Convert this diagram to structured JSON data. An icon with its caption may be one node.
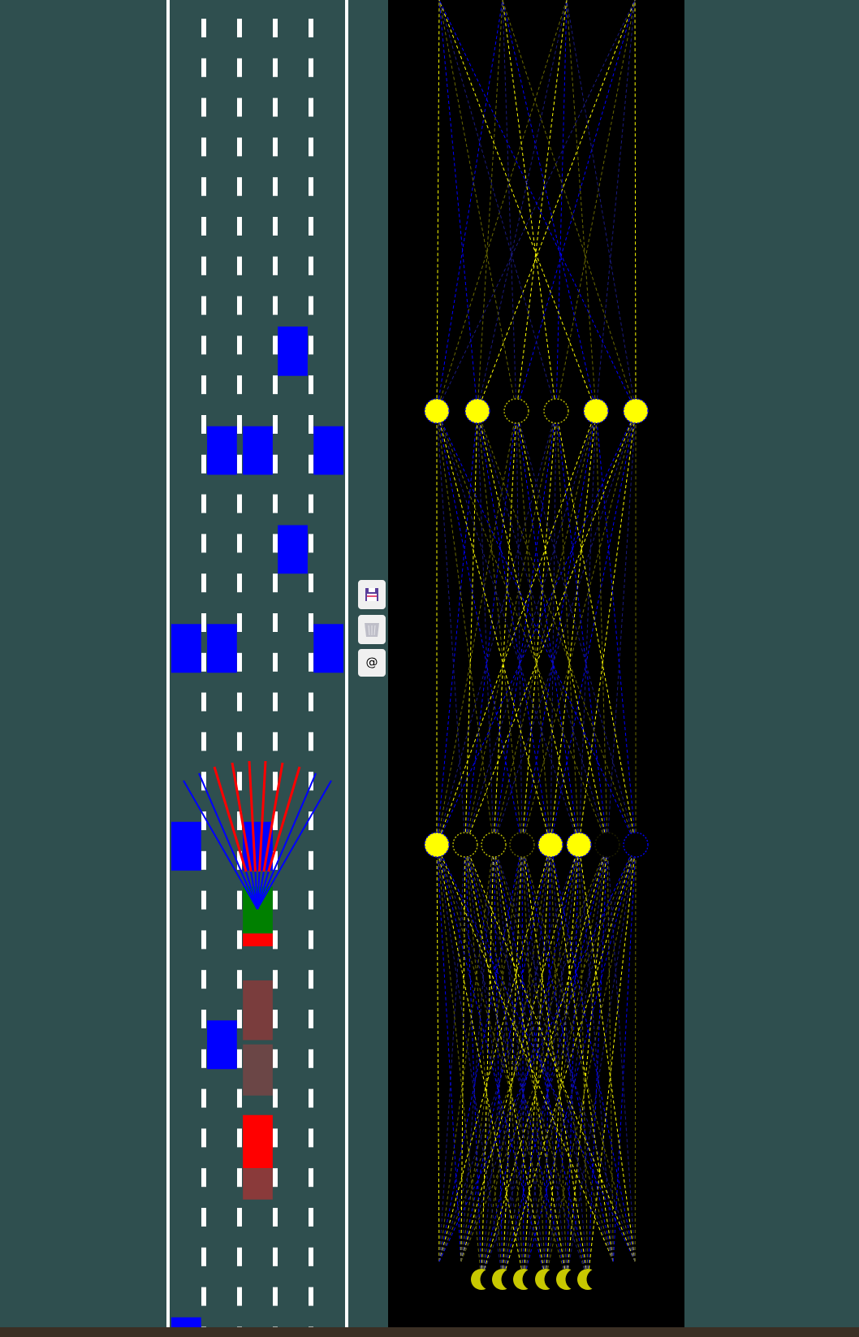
{
  "diagram": {
    "nodes": [
      {
        "text": [],
        "shape": "circle"
      },
      {
        "text": [],
        "shape": "circle"
      },
      {
        "text": [],
        "shape": "circle"
      },
      {
        "text": [],
        "shape": "circle"
      },
      {
        "text": [],
        "shape": "circle"
      },
      {
        "text": [],
        "shape": "circle"
      },
      {
        "text": [],
        "shape": "circle"
      },
      {
        "text": [],
        "shape": "circle"
      },
      {
        "text": [],
        "shape": "circle"
      },
      {
        "text": [],
        "shape": "circle"
      },
      {
        "text": [],
        "shape": "circle"
      },
      {
        "text": [],
        "shape": "circle"
      },
      {
        "text": [],
        "shape": "circle"
      },
      {
        "text": [],
        "shape": "circle"
      },
      {
        "text": [],
        "shape": "crescent"
      },
      {
        "text": [],
        "shape": "crescent"
      },
      {
        "text": [],
        "shape": "crescent"
      },
      {
        "text": [],
        "shape": "crescent"
      },
      {
        "text": [],
        "shape": "crescent"
      },
      {
        "text": [],
        "shape": "crescent"
      }
    ],
    "edges": [
      {
        "from": 6,
        "to": 0,
        "arrow": "none"
      },
      {
        "from": 6,
        "to": 1,
        "arrow": "none",
        "color": "#0000ff"
      },
      {
        "from": 6,
        "to": 2,
        "arrow": "none",
        "color": "#6b6b00"
      },
      {
        "from": 6,
        "to": 3,
        "arrow": "none",
        "color": "#1a1a80"
      },
      {
        "from": 6,
        "to": 4,
        "arrow": "none"
      },
      {
        "from": 6,
        "to": 5,
        "arrow": "none",
        "color": "#0000ff"
      },
      {
        "from": 7,
        "to": 0,
        "arrow": "none",
        "color": "#1a1a80"
      },
      {
        "from": 7,
        "to": 1,
        "arrow": "none"
      },
      {
        "from": 7,
        "to": 2,
        "arrow": "none",
        "color": "#0000ff"
      },
      {
        "from": 7,
        "to": 3,
        "arrow": "none",
        "color": "#6b6b00"
      },
      {
        "from": 7,
        "to": 4,
        "arrow": "none",
        "color": "#1a1a80"
      },
      {
        "from": 7,
        "to": 5,
        "arrow": "none"
      },
      {
        "from": 8,
        "to": 0,
        "arrow": "none",
        "color": "#6b6b00"
      },
      {
        "from": 8,
        "to": 1,
        "arrow": "none",
        "color": "#1a1a80"
      },
      {
        "from": 8,
        "to": 2,
        "arrow": "none"
      },
      {
        "from": 8,
        "to": 3,
        "arrow": "none",
        "color": "#0000ff"
      },
      {
        "from": 8,
        "to": 4,
        "arrow": "none",
        "color": "#6b6b00"
      },
      {
        "from": 8,
        "to": 5,
        "arrow": "none",
        "color": "#1a1a80"
      },
      {
        "from": 9,
        "to": 0,
        "arrow": "none",
        "color": "#0000ff"
      },
      {
        "from": 9,
        "to": 1,
        "arrow": "none",
        "color": "#6b6b00"
      },
      {
        "from": 9,
        "to": 2,
        "arrow": "none",
        "color": "#1a1a80"
      },
      {
        "from": 9,
        "to": 3,
        "arrow": "none"
      },
      {
        "from": 9,
        "to": 4,
        "arrow": "none",
        "color": "#0000ff"
      },
      {
        "from": 9,
        "to": 5,
        "arrow": "none",
        "color": "#6b6b00"
      },
      {
        "from": 10,
        "to": 0,
        "arrow": "none"
      },
      {
        "from": 10,
        "to": 1,
        "arrow": "none",
        "color": "#0000ff"
      },
      {
        "from": 10,
        "to": 2,
        "arrow": "none",
        "color": "#6b6b00"
      },
      {
        "from": 10,
        "to": 3,
        "arrow": "none",
        "color": "#1a1a80"
      },
      {
        "from": 10,
        "to": 4,
        "arrow": "none"
      },
      {
        "from": 10,
        "to": 5,
        "arrow": "none",
        "color": "#0000ff"
      },
      {
        "from": 11,
        "to": 0,
        "arrow": "none",
        "color": "#1a1a80"
      },
      {
        "from": 11,
        "to": 1,
        "arrow": "none"
      },
      {
        "from": 11,
        "to": 2,
        "arrow": "none",
        "color": "#0000ff"
      },
      {
        "from": 11,
        "to": 3,
        "arrow": "none",
        "color": "#6b6b00"
      },
      {
        "from": 11,
        "to": 4,
        "arrow": "none",
        "color": "#1a1a80"
      },
      {
        "from": 11,
        "to": 5,
        "arrow": "none"
      },
      {
        "from": 12,
        "to": 0,
        "arrow": "none",
        "color": "#6b6b00"
      },
      {
        "from": 12,
        "to": 1,
        "arrow": "none",
        "color": "#1a1a80"
      },
      {
        "from": 12,
        "to": 2,
        "arrow": "none"
      },
      {
        "from": 12,
        "to": 3,
        "arrow": "none",
        "color": "#0000ff"
      },
      {
        "from": 12,
        "to": 4,
        "arrow": "none",
        "color": "#6b6b00"
      },
      {
        "from": 12,
        "to": 5,
        "arrow": "none",
        "color": "#1a1a80"
      },
      {
        "from": 13,
        "to": 0,
        "arrow": "none",
        "color": "#0000ff"
      },
      {
        "from": 13,
        "to": 1,
        "arrow": "none",
        "color": "#6b6b00"
      },
      {
        "from": 13,
        "to": 2,
        "arrow": "none",
        "color": "#1a1a80"
      },
      {
        "from": 13,
        "to": 3,
        "arrow": "none"
      },
      {
        "from": 13,
        "to": 4,
        "arrow": "none",
        "color": "#0000ff"
      },
      {
        "from": 13,
        "to": 5,
        "arrow": "none",
        "color": "#6b6b00"
      },
      {
        "from": null,
        "to": 6,
        "arrow": "none"
      },
      {
        "from": null,
        "to": 7,
        "arrow": "none",
        "color": "#1a1a80"
      },
      {
        "from": null,
        "to": 8,
        "arrow": "none",
        "color": "#6b6b00"
      },
      {
        "from": null,
        "to": 9,
        "arrow": "none",
        "color": "#0000ff"
      },
      {
        "from": null,
        "to": 10,
        "arrow": "none"
      },
      {
        "from": null,
        "to": 11,
        "arrow": "none",
        "color": "#1a1a80"
      },
      {
        "from": null,
        "to": 12,
        "arrow": "none",
        "color": "#6b6b00"
      },
      {
        "from": null,
        "to": 13,
        "arrow": "none",
        "color": "#0000ff"
      },
      {
        "from": null,
        "to": 6,
        "arrow": "none",
        "color": "#0000ff"
      },
      {
        "from": null,
        "to": 7,
        "arrow": "none"
      },
      {
        "from": null,
        "to": 8,
        "arrow": "none",
        "color": "#1a1a80"
      },
      {
        "from": null,
        "to": 9,
        "arrow": "none",
        "color": "#6b6b00"
      },
      {
        "from": null,
        "to": 10,
        "arrow": "none",
        "color": "#0000ff"
      },
      {
        "from": null,
        "to": 11,
        "arrow": "none"
      },
      {
        "from": null,
        "to": 12,
        "arrow": "none",
        "color": "#1a1a80"
      },
      {
        "from": null,
        "to": 13,
        "arrow": "none",
        "color": "#6b6b00"
      },
      {
        "from": 14,
        "to": 6,
        "arrow": "none",
        "color": "#6b6b00"
      },
      {
        "from": 14,
        "to": 7,
        "arrow": "none",
        "color": "#0000ff"
      },
      {
        "from": 14,
        "to": 8,
        "arrow": "none"
      },
      {
        "from": 14,
        "to": 9,
        "arrow": "none",
        "color": "#1a1a80"
      },
      {
        "from": 14,
        "to": 10,
        "arrow": "none",
        "color": "#6b6b00"
      },
      {
        "from": 14,
        "to": 11,
        "arrow": "none",
        "color": "#0000ff"
      },
      {
        "from": 14,
        "to": 12,
        "arrow": "none"
      },
      {
        "from": 14,
        "to": 13,
        "arrow": "none",
        "color": "#1a1a80"
      },
      {
        "from": 15,
        "to": 6,
        "arrow": "none",
        "color": "#1a1a80"
      },
      {
        "from": 15,
        "to": 7,
        "arrow": "none",
        "color": "#6b6b00"
      },
      {
        "from": 15,
        "to": 8,
        "arrow": "none",
        "color": "#0000ff"
      },
      {
        "from": 15,
        "to": 9,
        "arrow": "none"
      },
      {
        "from": 15,
        "to": 10,
        "arrow": "none",
        "color": "#1a1a80"
      },
      {
        "from": 15,
        "to": 11,
        "arrow": "none",
        "color": "#6b6b00"
      },
      {
        "from": 15,
        "to": 12,
        "arrow": "none",
        "color": "#0000ff"
      },
      {
        "from": 15,
        "to": 13,
        "arrow": "none"
      },
      {
        "from": 16,
        "to": 6,
        "arrow": "none"
      },
      {
        "from": 16,
        "to": 7,
        "arrow": "none",
        "color": "#1a1a80"
      },
      {
        "from": 16,
        "to": 8,
        "arrow": "none",
        "color": "#6b6b00"
      },
      {
        "from": 16,
        "to": 9,
        "arrow": "none",
        "color": "#0000ff"
      },
      {
        "from": 16,
        "to": 10,
        "arrow": "none"
      },
      {
        "from": 16,
        "to": 11,
        "arrow": "none",
        "color": "#1a1a80"
      },
      {
        "from": 16,
        "to": 12,
        "arrow": "none",
        "color": "#6b6b00"
      },
      {
        "from": 16,
        "to": 13,
        "arrow": "none",
        "color": "#0000ff"
      },
      {
        "from": 17,
        "to": 6,
        "arrow": "none",
        "color": "#0000ff"
      },
      {
        "from": 17,
        "to": 7,
        "arrow": "none"
      },
      {
        "from": 17,
        "to": 8,
        "arrow": "none",
        "color": "#1a1a80"
      },
      {
        "from": 17,
        "to": 9,
        "arrow": "none",
        "color": "#6b6b00"
      },
      {
        "from": 17,
        "to": 10,
        "arrow": "none",
        "color": "#0000ff"
      },
      {
        "from": 17,
        "to": 11,
        "arrow": "none"
      },
      {
        "from": 17,
        "to": 12,
        "arrow": "none",
        "color": "#1a1a80"
      },
      {
        "from": 17,
        "to": 13,
        "arrow": "none",
        "color": "#6b6b00"
      },
      {
        "from": 18,
        "to": 6,
        "arrow": "none",
        "color": "#6b6b00"
      },
      {
        "from": 18,
        "to": 7,
        "arrow": "none",
        "color": "#0000ff"
      },
      {
        "from": 18,
        "to": 8,
        "arrow": "none"
      },
      {
        "from": 18,
        "to": 9,
        "arrow": "none",
        "color": "#1a1a80"
      },
      {
        "from": 18,
        "to": 10,
        "arrow": "none",
        "color": "#6b6b00"
      },
      {
        "from": 18,
        "to": 11,
        "arrow": "none",
        "color": "#0000ff"
      },
      {
        "from": 18,
        "to": 12,
        "arrow": "none"
      },
      {
        "from": 18,
        "to": 13,
        "arrow": "none",
        "color": "#1a1a80"
      },
      {
        "from": 19,
        "to": 6,
        "arrow": "none",
        "color": "#1a1a80"
      },
      {
        "from": 19,
        "to": 7,
        "arrow": "none",
        "color": "#6b6b00"
      },
      {
        "from": 19,
        "to": 8,
        "arrow": "none",
        "color": "#0000ff"
      },
      {
        "from": 19,
        "to": 9,
        "arrow": "none"
      },
      {
        "from": 19,
        "to": 10,
        "arrow": "none",
        "color": "#1a1a80"
      },
      {
        "from": 19,
        "to": 11,
        "arrow": "none",
        "color": "#6b6b00"
      },
      {
        "from": 19,
        "to": 12,
        "arrow": "none",
        "color": "#0000ff"
      },
      {
        "from": 19,
        "to": 13,
        "arrow": "none"
      },
      {
        "from": null,
        "to": 6,
        "arrow": "none"
      },
      {
        "from": null,
        "to": 7,
        "arrow": "none",
        "color": "#1a1a80"
      },
      {
        "from": null,
        "to": 8,
        "arrow": "none",
        "color": "#6b6b00"
      },
      {
        "from": null,
        "to": 9,
        "arrow": "none",
        "color": "#0000ff"
      },
      {
        "from": null,
        "to": 10,
        "arrow": "none"
      },
      {
        "from": null,
        "to": 11,
        "arrow": "none",
        "color": "#1a1a80"
      },
      {
        "from": null,
        "to": 12,
        "arrow": "none",
        "color": "#6b6b00"
      },
      {
        "from": null,
        "to": 13,
        "arrow": "none",
        "color": "#0000ff"
      },
      {
        "from": null,
        "to": 6,
        "arrow": "none",
        "color": "#0000ff"
      },
      {
        "from": null,
        "to": 7,
        "arrow": "none"
      },
      {
        "from": null,
        "to": 8,
        "arrow": "none",
        "color": "#1a1a80"
      },
      {
        "from": null,
        "to": 9,
        "arrow": "none",
        "color": "#6b6b00"
      },
      {
        "from": null,
        "to": 10,
        "arrow": "none",
        "color": "#0000ff"
      },
      {
        "from": null,
        "to": 11,
        "arrow": "none"
      },
      {
        "from": null,
        "to": 12,
        "arrow": "none",
        "color": "#1a1a80"
      },
      {
        "from": null,
        "to": 13,
        "arrow": "none",
        "color": "#6b6b00"
      },
      {
        "from": 0,
        "to": null,
        "arrow": "none"
      },
      {
        "from": 0,
        "to": null,
        "arrow": "none",
        "color": "#0000ff"
      },
      {
        "from": 0,
        "to": null,
        "arrow": "none",
        "color": "#6b6b00"
      },
      {
        "from": 0,
        "to": null,
        "arrow": "none",
        "color": "#1a1a80"
      },
      {
        "from": 1,
        "to": null,
        "arrow": "none",
        "color": "#0000ff"
      },
      {
        "from": 1,
        "to": null,
        "arrow": "none",
        "color": "#6b6b00"
      },
      {
        "from": 1,
        "to": null,
        "arrow": "none",
        "color": "#1a1a80"
      },
      {
        "from": 1,
        "to": null,
        "arrow": "none"
      },
      {
        "from": 2,
        "to": null,
        "arrow": "none",
        "color": "#6b6b00"
      },
      {
        "from": 2,
        "to": null,
        "arrow": "none",
        "color": "#1a1a80"
      },
      {
        "from": 2,
        "to": null,
        "arrow": "none"
      },
      {
        "from": 2,
        "to": null,
        "arrow": "none",
        "color": "#0000ff"
      },
      {
        "from": 3,
        "to": null,
        "arrow": "none",
        "color": "#1a1a80"
      },
      {
        "from": 3,
        "to": null,
        "arrow": "none"
      },
      {
        "from": 3,
        "to": null,
        "arrow": "none",
        "color": "#0000ff"
      },
      {
        "from": 3,
        "to": null,
        "arrow": "none",
        "color": "#6b6b00"
      },
      {
        "from": 4,
        "to": null,
        "arrow": "none"
      },
      {
        "from": 4,
        "to": null,
        "arrow": "none",
        "color": "#0000ff"
      },
      {
        "from": 4,
        "to": null,
        "arrow": "none",
        "color": "#6b6b00"
      },
      {
        "from": 4,
        "to": null,
        "arrow": "none",
        "color": "#1a1a80"
      },
      {
        "from": 5,
        "to": null,
        "arrow": "none",
        "color": "#0000ff"
      },
      {
        "from": 5,
        "to": null,
        "arrow": "none",
        "color": "#6b6b00"
      },
      {
        "from": 5,
        "to": null,
        "arrow": "none",
        "color": "#1a1a80"
      },
      {
        "from": 5,
        "to": null,
        "arrow": "none"
      }
    ],
    "labels": [
      "@"
    ]
  }
}
